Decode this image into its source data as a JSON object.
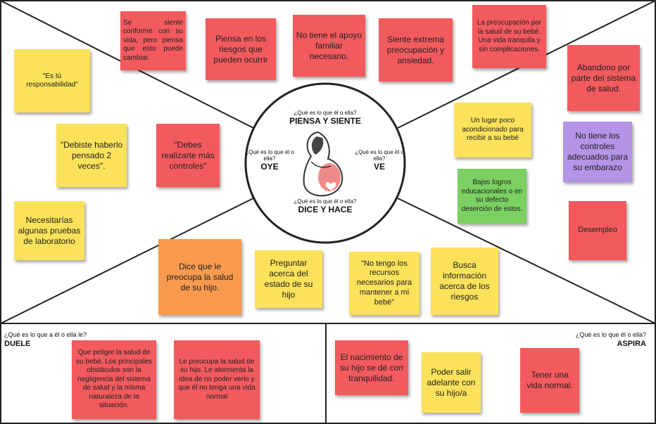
{
  "center": {
    "piensa": {
      "question": "¿Qué es lo que él o ella?",
      "title": "PIENSA Y SIENTE"
    },
    "oye": {
      "question": "¿Qué es lo que él o ella?",
      "title": "OYE"
    },
    "ve": {
      "question": "¿Qué es lo que él o ella?",
      "title": "VE"
    },
    "dice": {
      "question": "¿Qué es lo que él o ella?",
      "title": "DICE Y HACE"
    }
  },
  "duele": {
    "question": "¿Qué es lo que a él o ella le?",
    "title": "DUELE"
  },
  "aspira": {
    "question": "¿Qué es lo que él o ella?",
    "title": "ASPIRA"
  },
  "notes": {
    "piensa_1": "Se siente conforme con su vida, pero piensa que esto puede cambiar.",
    "piensa_2": "Piensa en los riesgos que pueden ocurrir",
    "piensa_3": "No tiene el apoyo familiar necesario.",
    "piensa_4": "Siente extrema preocupación y ansiedad.",
    "piensa_5": "La preocupación por la salud de su bebé. Una vida tranquila y sin complicaciones.",
    "oye_1": "\"Es tú responsabilidad\"",
    "oye_2": "\"Debiste haberlo pensado 2 veces\".",
    "oye_3": "\"Debes realizarte más controles\"",
    "oye_4": "Necesitarías algunas pruebas de laboratorio",
    "ve_1": "Abandono por parte del sistema de salud.",
    "ve_2": "Un lugar poco acondicionado para recibir a su bebé",
    "ve_3": "No tiene los controles adecuados para su embarazo",
    "ve_4": "Bajos logros educacionales o en su defecto deserción de estos.",
    "ve_5": "Desempleo",
    "dice_1": "Dice que le preocupa la salud de su hijo.",
    "dice_2": "Preguntar acerca del estado de su hijo",
    "dice_3": "\"No tengo los recursos necesarios para mantener a mi bebé\"",
    "dice_4": "Busca información acerca de los riesgos",
    "duele_1": "Que peligre la salud de su bebé. Los principales obstáculos son la negligencia del sistema de salud y la misma naturaleza de la situación.",
    "duele_2": "Le preocupa la salud de su hijo. Le atormenta la idea de no poder verlo y que él no tenga una vida normal",
    "aspira_1": "El nacimiento de su hijo se dé con tranquilidad.",
    "aspira_2": "Poder salir adelante con su hijo/a",
    "aspira_3": "Tener una vida normal."
  },
  "colors": {
    "red": "#f25a5e",
    "yellow": "#fbe25a",
    "orange": "#f99a4e",
    "green": "#7bd061",
    "purple": "#b394e6",
    "figure": "#f08a8a"
  },
  "icons": [
    "pregnant-woman-icon",
    "heart-icon"
  ]
}
